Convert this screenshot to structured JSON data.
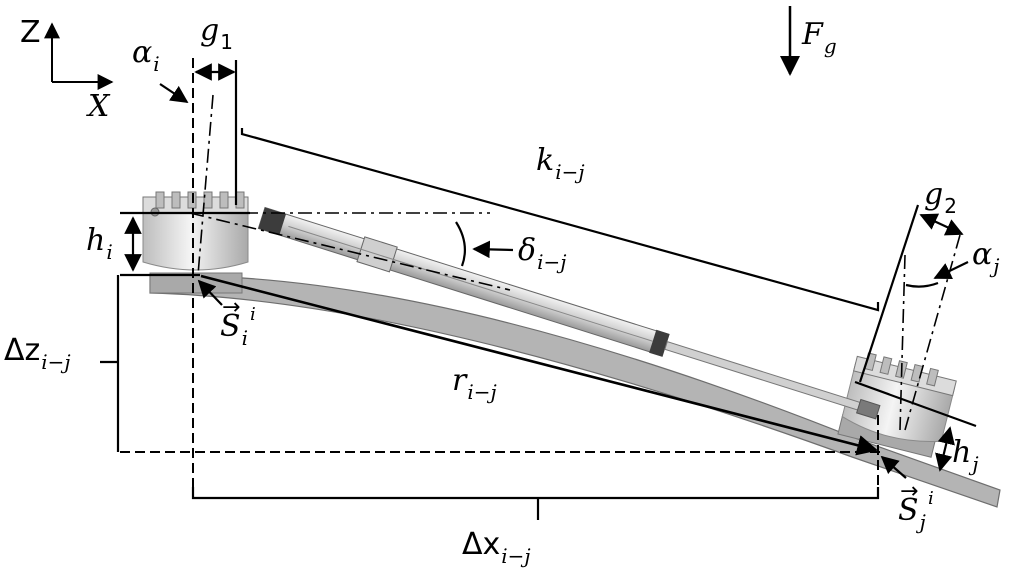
{
  "axes": {
    "vertical": "Z",
    "horizontal": "X"
  },
  "symbols": {
    "alpha": "α",
    "alpha_i_sub": "i",
    "g": "g",
    "g1_sub": "1",
    "g2_sub": "2",
    "F": "F",
    "Fg_sub": "g",
    "k": "k",
    "k_sub": "i−j",
    "delta": "δ",
    "delta_sub": "i−j",
    "h": "h",
    "hi_sub": "i",
    "hj_sub": "j",
    "alpha_j_sub": "j",
    "S": "S",
    "Si_sub": "i",
    "Si_sup": "i",
    "Sj_sub": "j",
    "Sj_sup": "i",
    "dz": "Δz",
    "dz_sub": "i−j",
    "r": "r",
    "r_sub": "i−j",
    "dx": "Δx",
    "dx_sub": "i−j",
    "vector_arrow": "→"
  },
  "colors": {
    "line": "#000000",
    "metal_light": "#d4d4d4",
    "metal_dark": "#8c8c8c",
    "beam": "#a8a8a8",
    "background": "#ffffff"
  }
}
